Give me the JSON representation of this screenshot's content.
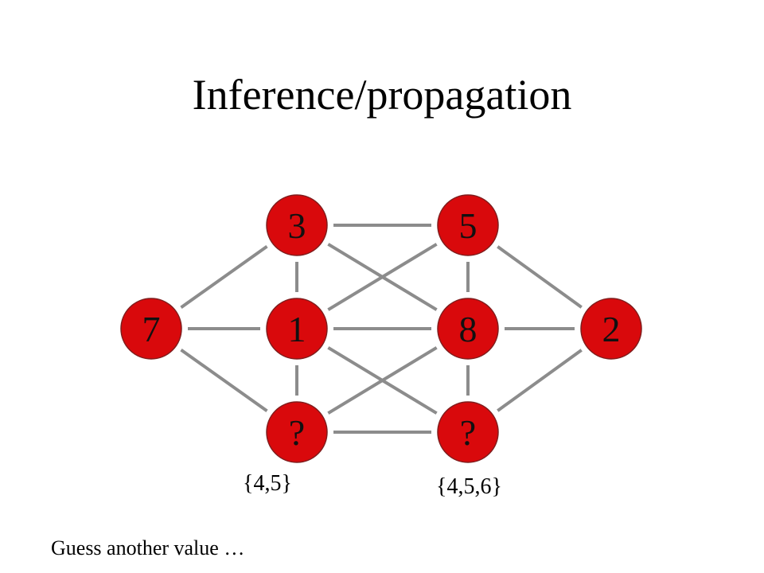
{
  "title": "Inference/propagation",
  "colors": {
    "node_fill": "#d9090c",
    "node_stroke": "#7f1d1d",
    "edge": "#8c8c8c"
  },
  "nodes": [
    {
      "id": "n3",
      "label": "3"
    },
    {
      "id": "n5",
      "label": "5"
    },
    {
      "id": "n7",
      "label": "7"
    },
    {
      "id": "n1",
      "label": "1"
    },
    {
      "id": "n8",
      "label": "8"
    },
    {
      "id": "n2",
      "label": "2"
    },
    {
      "id": "nq1",
      "label": "?"
    },
    {
      "id": "nq2",
      "label": "?"
    }
  ],
  "edges": [
    [
      "n7",
      "n3"
    ],
    [
      "n7",
      "n1"
    ],
    [
      "n7",
      "nq1"
    ],
    [
      "n3",
      "n1"
    ],
    [
      "n1",
      "nq1"
    ],
    [
      "n3",
      "n5"
    ],
    [
      "n3",
      "n8"
    ],
    [
      "n1",
      "n5"
    ],
    [
      "n1",
      "n8"
    ],
    [
      "n1",
      "nq2"
    ],
    [
      "nq1",
      "n8"
    ],
    [
      "nq1",
      "nq2"
    ],
    [
      "n5",
      "n8"
    ],
    [
      "n8",
      "nq2"
    ],
    [
      "n5",
      "n2"
    ],
    [
      "n8",
      "n2"
    ],
    [
      "nq2",
      "n2"
    ]
  ],
  "domains": {
    "left": "{4,5}",
    "right": "{4,5,6}"
  },
  "footer": "Guess another value …"
}
